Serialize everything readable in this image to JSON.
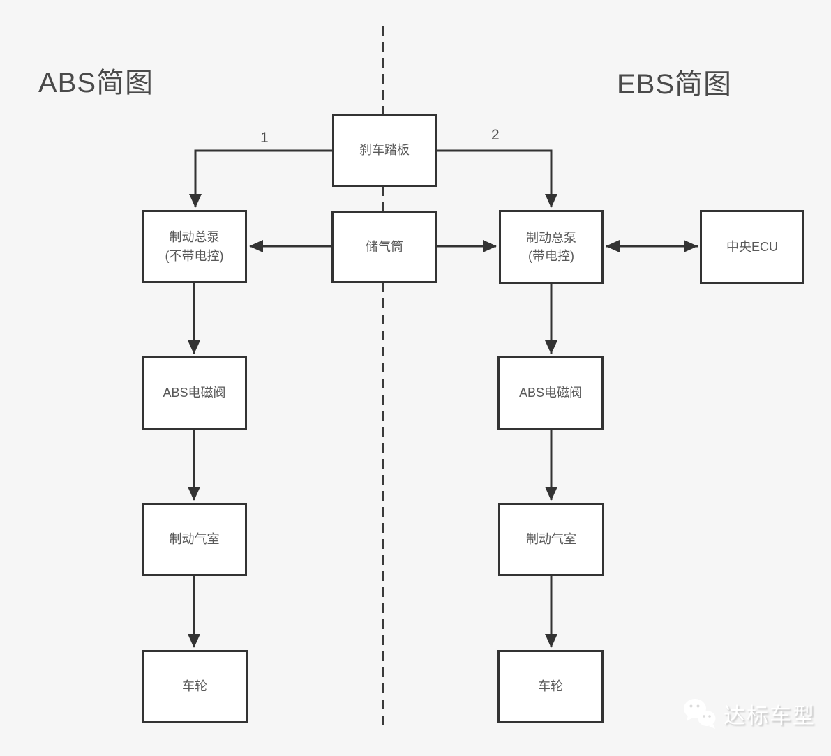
{
  "titles": {
    "left": "ABS简图",
    "right": "EBS简图"
  },
  "nodes": {
    "brake_pedal": {
      "label": "刹车踏板"
    },
    "master_pump_abs": {
      "line1": "制动总泵",
      "line2": "(不带电控)"
    },
    "air_reservoir": {
      "label": "储气筒"
    },
    "master_pump_ebs": {
      "line1": "制动总泵",
      "line2": "(带电控)"
    },
    "central_ecu": {
      "label": "中央ECU"
    },
    "abs_valve_left": {
      "label": "ABS电磁阀"
    },
    "abs_valve_right": {
      "label": "ABS电磁阀"
    },
    "brake_chamber_left": {
      "label": "制动气室"
    },
    "brake_chamber_right": {
      "label": "制动气室"
    },
    "wheel_left": {
      "label": "车轮"
    },
    "wheel_right": {
      "label": "车轮"
    }
  },
  "edge_labels": {
    "abs_branch": "1",
    "ebs_branch": "2"
  },
  "watermark": {
    "text": "达标车型",
    "logo": "wechat-bubbles-icon"
  },
  "colors": {
    "background": "#f6f6f6",
    "box_fill": "#ffffff",
    "line": "#333333",
    "text": "#595959",
    "watermark_text": "#ffffff"
  }
}
